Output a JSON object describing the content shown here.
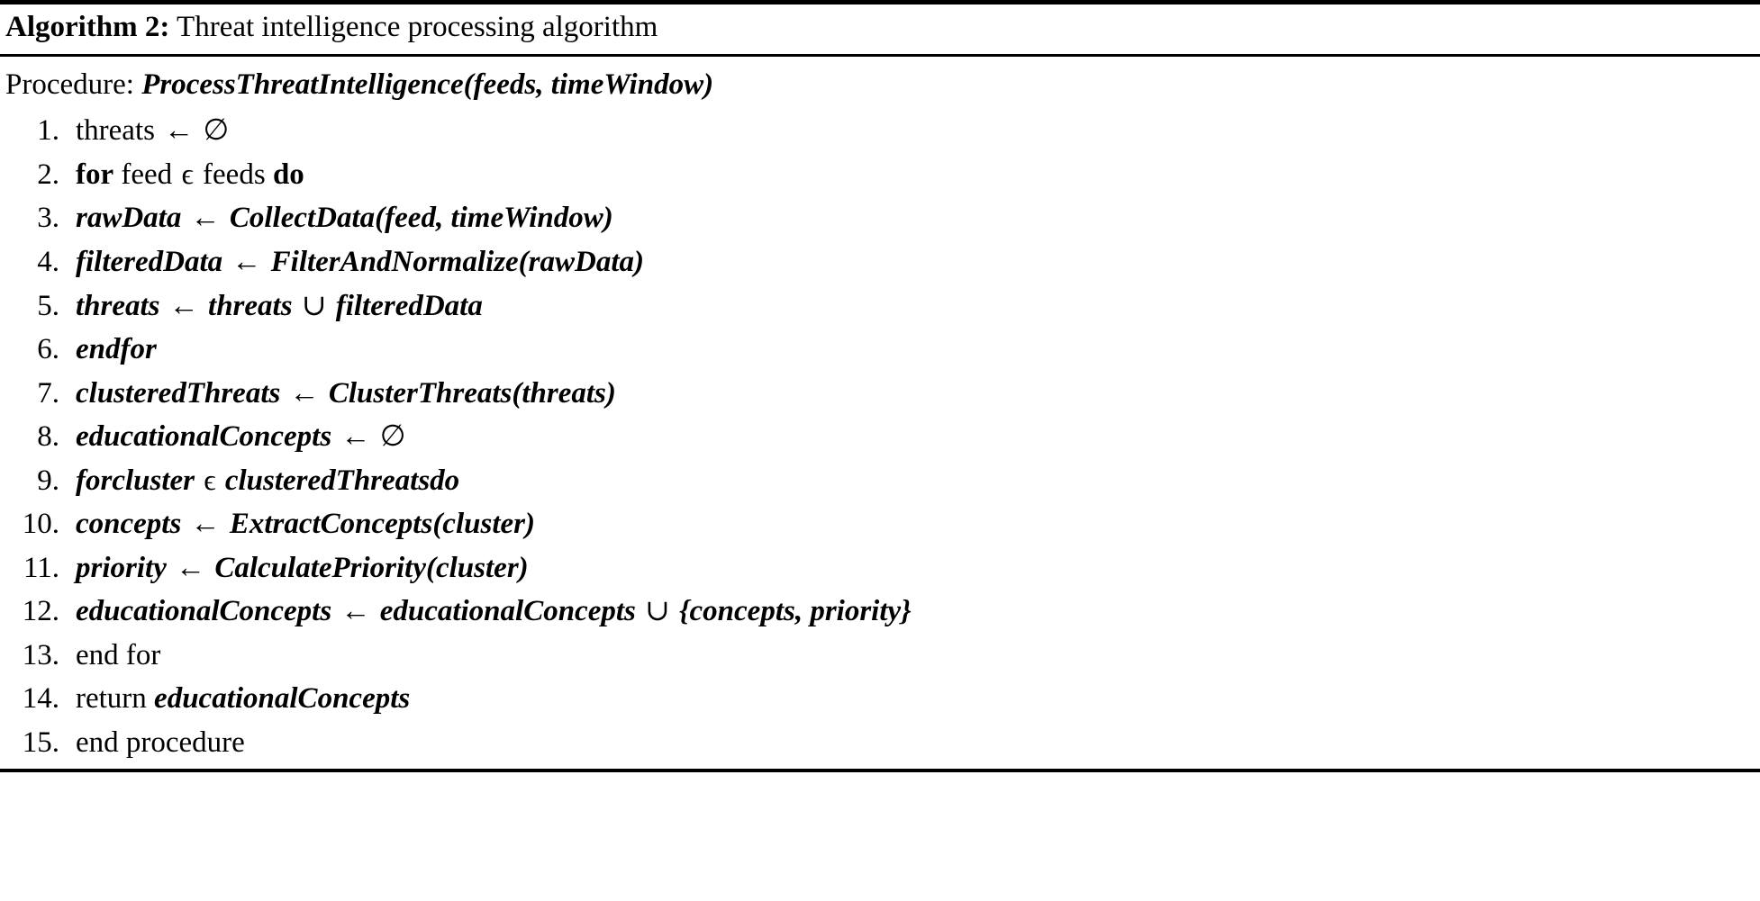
{
  "caption": {
    "label": "Algorithm 2:",
    "title": "Threat intelligence processing algorithm"
  },
  "procedure": {
    "keyword": "Procedure:",
    "signature": "ProcessThreatIntelligence(feeds, timeWindow)"
  },
  "steps": [
    {
      "num": "1.",
      "parts": [
        {
          "style": "roman",
          "text": "threats"
        },
        {
          "style": "op",
          "text": "←"
        },
        {
          "style": "roman",
          "text": "∅"
        }
      ]
    },
    {
      "num": "2.",
      "parts": [
        {
          "style": "bold",
          "text": "for"
        },
        {
          "style": "roman",
          "text": "feed"
        },
        {
          "style": "op",
          "text": "ϵ"
        },
        {
          "style": "roman",
          "text": "feeds"
        },
        {
          "style": "bold",
          "text": "do"
        }
      ]
    },
    {
      "num": "3.",
      "parts": [
        {
          "style": "math",
          "text": "rawData"
        },
        {
          "style": "op",
          "text": "←"
        },
        {
          "style": "math",
          "text": "CollectData(feed, timeWindow)"
        }
      ]
    },
    {
      "num": "4.",
      "parts": [
        {
          "style": "math",
          "text": "filteredData"
        },
        {
          "style": "op",
          "text": "←"
        },
        {
          "style": "math",
          "text": "FilterAndNormalize(rawData)"
        }
      ]
    },
    {
      "num": "5.",
      "parts": [
        {
          "style": "math",
          "text": "threats"
        },
        {
          "style": "op",
          "text": "←"
        },
        {
          "style": "math",
          "text": "threats"
        },
        {
          "style": "op",
          "text": "∪"
        },
        {
          "style": "math",
          "text": "filteredData"
        }
      ]
    },
    {
      "num": "6.",
      "parts": [
        {
          "style": "math",
          "text": "endfor"
        }
      ]
    },
    {
      "num": "7.",
      "parts": [
        {
          "style": "math",
          "text": "clusteredThreats"
        },
        {
          "style": "op",
          "text": "←"
        },
        {
          "style": "math",
          "text": "ClusterThreats(threats)"
        }
      ]
    },
    {
      "num": "8.",
      "parts": [
        {
          "style": "math",
          "text": "educationalConcepts"
        },
        {
          "style": "op",
          "text": "←"
        },
        {
          "style": "roman",
          "text": "∅"
        }
      ]
    },
    {
      "num": "9.",
      "parts": [
        {
          "style": "math",
          "text": "forcluster"
        },
        {
          "style": "op",
          "text": "ϵ"
        },
        {
          "style": "math",
          "text": "clusteredThreatsdo"
        }
      ]
    },
    {
      "num": "10.",
      "parts": [
        {
          "style": "math",
          "text": "concepts"
        },
        {
          "style": "op",
          "text": "←"
        },
        {
          "style": "math",
          "text": "ExtractConcepts(cluster)"
        }
      ]
    },
    {
      "num": "11.",
      "parts": [
        {
          "style": "math",
          "text": "priority"
        },
        {
          "style": "op",
          "text": "←"
        },
        {
          "style": "math",
          "text": "CalculatePriority(cluster)"
        }
      ]
    },
    {
      "num": "12.",
      "parts": [
        {
          "style": "math",
          "text": "educationalConcepts"
        },
        {
          "style": "op",
          "text": "←"
        },
        {
          "style": "math",
          "text": "educationalConcepts"
        },
        {
          "style": "op",
          "text": "∪"
        },
        {
          "style": "math",
          "text": "{concepts, priority}"
        }
      ]
    },
    {
      "num": "13.",
      "parts": [
        {
          "style": "roman",
          "text": "end for"
        }
      ]
    },
    {
      "num": "14.",
      "parts": [
        {
          "style": "roman",
          "text": "return"
        },
        {
          "style": "math",
          "text": "educationalConcepts"
        }
      ]
    },
    {
      "num": "15.",
      "parts": [
        {
          "style": "roman",
          "text": "end procedure"
        }
      ]
    }
  ]
}
